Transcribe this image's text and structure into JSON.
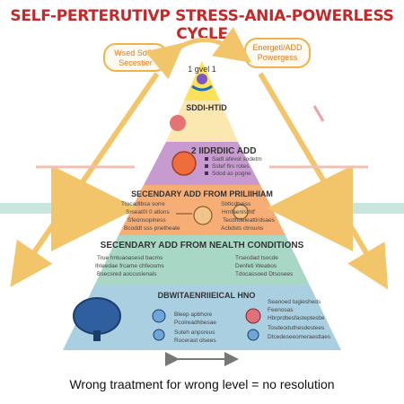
{
  "title": "SELF-PERTERUTIVP STRESS-ANIA-POWERLESS CYCLE",
  "bubbles": {
    "left": "Wsed SdSh Secestier",
    "right": "Energetl/ADD Powergess"
  },
  "tiers": {
    "apex": {
      "label": "1 gvel 1"
    },
    "t2": {
      "label": "SDDI-HTID"
    },
    "t3": {
      "label": "2 IIDRDIIC ADD",
      "lines": [
        "Sadt afevol sodetm",
        "Sstef flrs rotes",
        "Sdod as pogne"
      ]
    },
    "t4": {
      "label": "SECENDARY ADD FROM PRILIIHIAM",
      "left": [
        "Ttocadtbsa sorre",
        "Srseat0I 0 atlons",
        "Sfeonsopiness",
        "Bcoddt sss pnetheate"
      ],
      "right": [
        "Sbtlcdbaiss",
        "Hrnfaenlsthtf",
        "Tecdhdeleattirdsaes",
        "Acbdsts ctnsuns"
      ]
    },
    "t5": {
      "label": "SECENDARY ADD FROM NEALTH CONDITIONS",
      "left": [
        "True hntuaoasesd bacms",
        "Ihteedae frcame chfeosms",
        "Bsecsred aoccuslenals"
      ],
      "right": [
        "Trsecdad tsocde",
        "Denfeti  Weabos",
        "Tdocassoed Dtsosees"
      ]
    },
    "t6": {
      "label": "DBWITAENRIIEICAL HNO",
      "left": [
        "Bleep apbhore",
        "Pcolreadhbesae",
        "Suteh anpsreus",
        "Rocerast olsees"
      ],
      "right": [
        "Seanoed tugiesheds",
        "Feenosas",
        "Hbrprdtiesfasteptesbe",
        "Tosdeoduthesdestees",
        "Dtcedeseeomeraestlaes"
      ]
    }
  },
  "footer": "Wrong traatment for wrong level = no resolution",
  "colors": {
    "apex": "#fbe25a",
    "t2": "#fbe7b0",
    "t3": "#c79bd0",
    "t4": "#f6ae76",
    "t5": "#a8d8c5",
    "t6": "#a9cfe0",
    "title": "#c62828",
    "arrow": "#f3c56a"
  }
}
